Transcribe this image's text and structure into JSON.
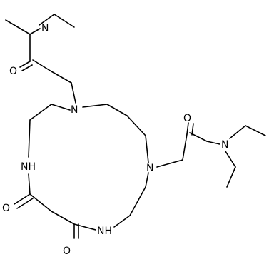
{
  "molecule": {
    "atom_labels": {
      "n_amide_top": "N",
      "o_amide_top": "O",
      "n_ring_top": "N",
      "o_amide_right": "O",
      "n_amide_right": "N",
      "n_ring_right": "N",
      "nh_ring_left": "NH",
      "o_ring_left": "O",
      "o_ring_bottom": "O",
      "nh_ring_bottom": "NH"
    }
  }
}
